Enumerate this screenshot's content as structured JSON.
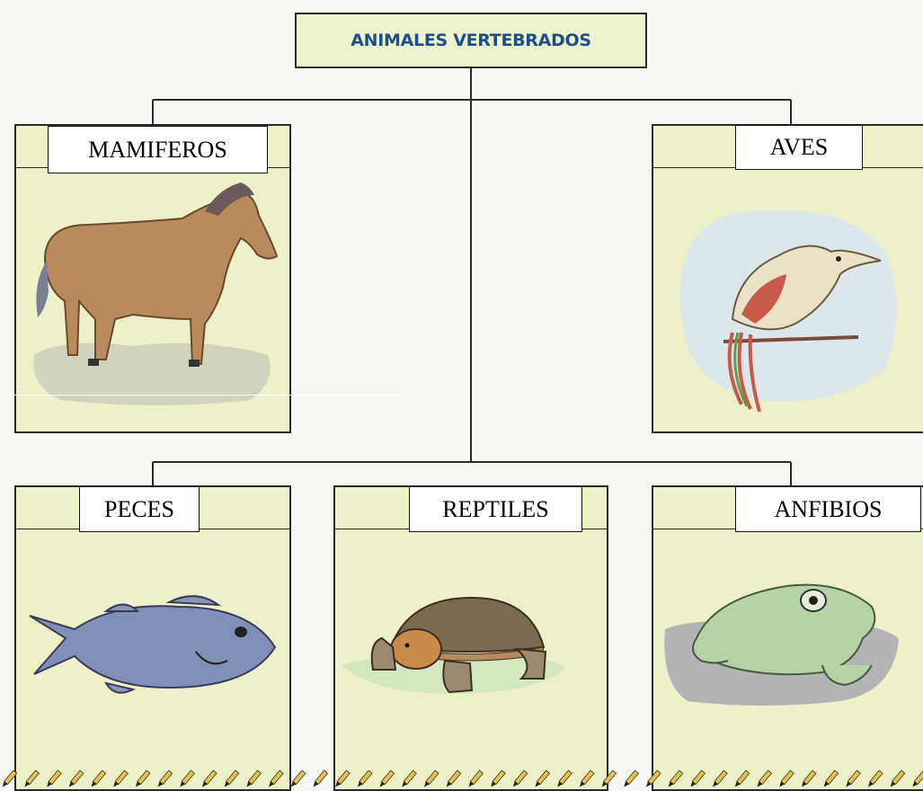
{
  "diagram": {
    "root": {
      "title": "ANIMALES VERTEBRADOS"
    },
    "categories": [
      {
        "id": "mamiferos",
        "label": "MAMIFEROS",
        "icon": "horse-illustration"
      },
      {
        "id": "aves",
        "label": "AVES",
        "icon": "bird-illustration"
      },
      {
        "id": "peces",
        "label": "PECES",
        "icon": "fish-illustration"
      },
      {
        "id": "reptiles",
        "label": "REPTILES",
        "icon": "turtle-illustration"
      },
      {
        "id": "anfibios",
        "label": "ANFIBIOS",
        "icon": "frog-illustration"
      }
    ],
    "colors": {
      "title_text": "#1d4f8c",
      "card_fill": "#eef0c8",
      "background": "#f6f9f1",
      "border": "#2a2a2a"
    },
    "footer_icon": "pencil-border-icon"
  }
}
